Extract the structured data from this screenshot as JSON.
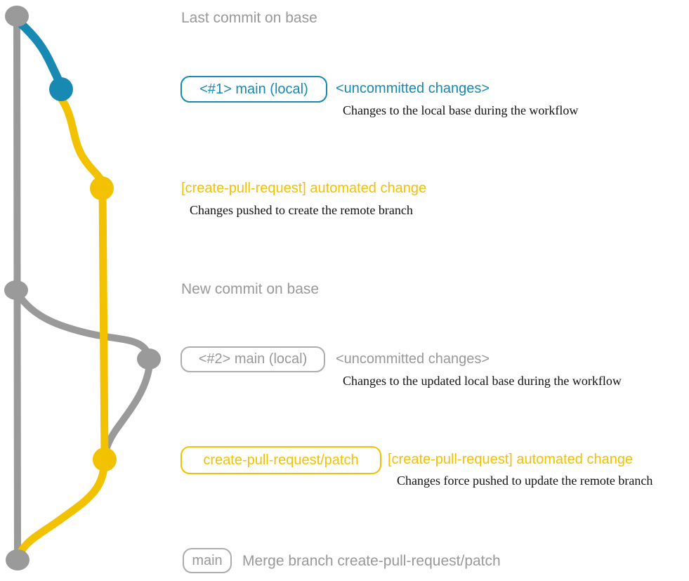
{
  "colors": {
    "gray": "#9a9a9a",
    "gray_text": "#999999",
    "gray_border": "#adadad",
    "blue": "#1789b2",
    "yellow": "#f2c100",
    "ink": "#111111"
  },
  "graph": {
    "type": "git-graph",
    "branches": [
      {
        "name": "base",
        "color": "#9a9a9a"
      },
      {
        "name": "main (local)",
        "color": "#1789b2"
      },
      {
        "name": "create-pull-request/patch",
        "color": "#f2c100"
      }
    ],
    "commits": [
      {
        "id": "last-commit-on-base",
        "branch": "base",
        "color": "gray"
      },
      {
        "id": "uncommitted-1",
        "branch": "main (local)",
        "color": "blue"
      },
      {
        "id": "automated-change-1",
        "branch": "create-pull-request/patch",
        "color": "yellow"
      },
      {
        "id": "new-commit-on-base",
        "branch": "base",
        "color": "gray"
      },
      {
        "id": "uncommitted-2",
        "branch": "main (local)",
        "color": "gray"
      },
      {
        "id": "automated-change-2",
        "branch": "create-pull-request/patch",
        "color": "yellow"
      },
      {
        "id": "merge-commit",
        "branch": "base",
        "color": "gray"
      }
    ]
  },
  "annotations": {
    "last_commit": "Last commit on base",
    "branch1_badge": "<#1> main (local)",
    "branch1_status": "<uncommitted changes>",
    "branch1_desc": "Changes to the local base during the workflow",
    "auto_change1": "[create-pull-request] automated change",
    "auto_change1_desc": "Changes pushed to create the remote branch",
    "new_commit": "New commit on base",
    "branch2_badge": "<#2> main (local)",
    "branch2_status": "<uncommitted changes>",
    "branch2_desc": "Changes to the updated local base during the workflow",
    "patch_badge": "create-pull-request/patch",
    "auto_change2": "[create-pull-request] automated change",
    "auto_change2_desc": "Changes force pushed to update the remote branch",
    "main_badge": "main",
    "merge_label": "Merge branch create-pull-request/patch"
  }
}
